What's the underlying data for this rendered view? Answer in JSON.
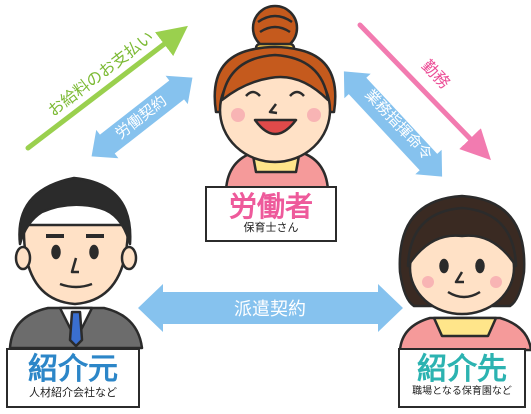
{
  "colors": {
    "green": "#9ad04e",
    "pink": "#f27bb0",
    "blue": "#86c2ee",
    "worker_label": "#ee5a9b",
    "agency_label": "#2c86c8",
    "client_label": "#2cb3b1",
    "skin": "#ffe1c6",
    "outline": "#2b2b2b"
  },
  "nodes": {
    "worker": {
      "title": "労働者",
      "subtitle": "保育士さん"
    },
    "agency": {
      "title": "紹介元",
      "subtitle": "人材紹介会社など"
    },
    "client": {
      "title": "紹介先",
      "subtitle": "職場となる保育園など"
    }
  },
  "relations": {
    "salary": "お給料のお支払い",
    "labor_contract": "労働契約",
    "work": "勤務",
    "command": "業務指揮命令",
    "dispatch": "派遣契約"
  }
}
